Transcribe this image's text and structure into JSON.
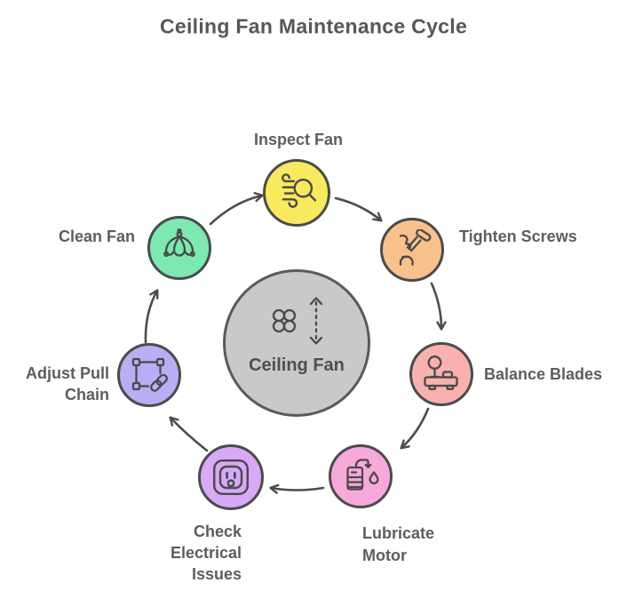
{
  "title": "Ceiling Fan Maintenance Cycle",
  "center": {
    "label": "Ceiling Fan",
    "fill": "#c9c9c9",
    "icon": "ceiling-fan-icon"
  },
  "nodes": [
    {
      "id": "inspect-fan",
      "label": "Inspect Fan",
      "fill": "#f8e95e",
      "icon": "magnifier-wind-icon"
    },
    {
      "id": "tighten-screws",
      "label": "Tighten Screws",
      "fill": "#f9c18b",
      "icon": "screwdriver-screw-icon"
    },
    {
      "id": "balance-blades",
      "label": "Balance Blades",
      "fill": "#f8b1ad",
      "icon": "balance-scale-icon"
    },
    {
      "id": "lubricate-motor",
      "label": "Lubricate Motor",
      "fill": "#f8a9db",
      "icon": "oil-can-icon"
    },
    {
      "id": "check-electrical-issues",
      "label": "Check Electrical Issues",
      "fill": "#d7a9f6",
      "icon": "power-outlet-icon"
    },
    {
      "id": "adjust-pull-chain",
      "label": "Adjust Pull Chain",
      "fill": "#b9aef4",
      "icon": "chain-link-icon"
    },
    {
      "id": "clean-fan",
      "label": "Clean Fan",
      "fill": "#7be9b0",
      "icon": "duster-icon"
    }
  ],
  "colors": {
    "background": "#ffffff",
    "label_text": "#5d5d5d",
    "title_text": "#57575a",
    "node_border": "#4b4b4b",
    "arrow": "#4c4c4c",
    "icon_stroke": "#4a4a4a"
  }
}
